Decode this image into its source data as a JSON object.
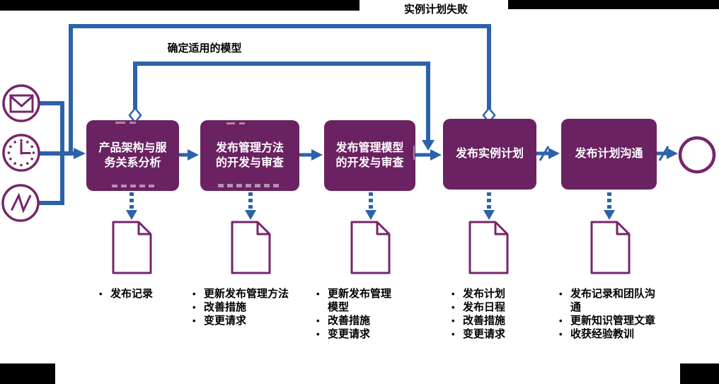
{
  "annotations": {
    "instance_plan_failed": "实例计划失败",
    "model_determined": "确定适用的模型"
  },
  "steps": [
    {
      "label": "产品架构与服务关系分析"
    },
    {
      "label": "发布管理方法的开发与审查"
    },
    {
      "label": "发布管理模型的开发与审查"
    },
    {
      "label": "发布实例计划"
    },
    {
      "label": "发布计划沟通"
    }
  ],
  "outputs": [
    {
      "items": [
        "发布记录"
      ]
    },
    {
      "items": [
        "更新发布管理方法",
        "改善措施",
        "变更请求"
      ]
    },
    {
      "items": [
        "更新发布管理模型",
        "改善措施",
        "变更请求"
      ]
    },
    {
      "items": [
        "发布计划",
        "发布日程",
        "改善措施",
        "变更请求"
      ]
    },
    {
      "items": [
        "发布记录和团队沟通",
        "更新知识管理文章",
        "收获经验教训"
      ]
    }
  ],
  "start_events": [
    {
      "icon": "message-envelope-icon"
    },
    {
      "icon": "timer-clock-icon"
    },
    {
      "icon": "signal-zigzag-icon"
    }
  ],
  "end_event": {
    "icon": "end-circle-icon"
  },
  "output_icon": "document-icon",
  "colors": {
    "activity_purple": "#6a2262",
    "outline_purple": "#76266a",
    "flow_blue": "#2c62a9",
    "label_text": "#000000",
    "activity_text": "#ffffff"
  }
}
